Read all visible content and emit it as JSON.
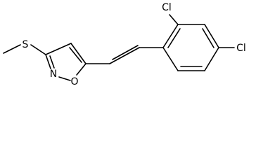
{
  "molecule": {
    "atom_labels": {
      "sulfur": "S",
      "nitrogen": "N",
      "oxygen": "O",
      "chlorine_ortho": "Cl",
      "chlorine_para": "Cl"
    },
    "colors": {
      "bond": "#000000",
      "background": "#ffffff"
    }
  }
}
